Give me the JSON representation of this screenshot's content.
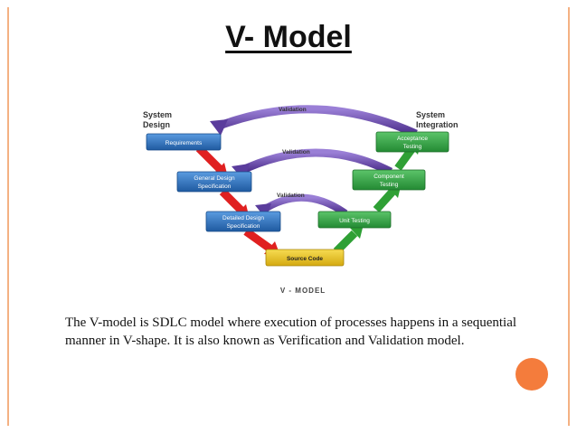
{
  "slide": {
    "title": "V- Model",
    "description": "The V-model is SDLC model where execution of processes happens in a sequential manner in V-shape. It is also known as Verification and Validation model."
  },
  "diagram": {
    "left_label": [
      "System",
      "Design"
    ],
    "right_label": [
      "System",
      "Integration"
    ],
    "validation_label": "Validation",
    "caption": "V - MODEL",
    "left_boxes": [
      {
        "lines": [
          "Requirements"
        ]
      },
      {
        "lines": [
          "General Design",
          "Specification"
        ]
      },
      {
        "lines": [
          "Detailed Design",
          "Specification"
        ]
      }
    ],
    "bottom_box": {
      "lines": [
        "Source Code"
      ]
    },
    "right_boxes": [
      {
        "lines": [
          "Unit Testing"
        ]
      },
      {
        "lines": [
          "Component",
          "Testing"
        ]
      },
      {
        "lines": [
          "Acceptance",
          "Testing"
        ]
      }
    ]
  },
  "colors": {
    "blue_box": "#2e6fb8",
    "green_box": "#3aa64a",
    "yellow_box": "#e9c21a",
    "red_arrow": "#e02020",
    "green_arrow": "#2fa035",
    "purple_arrow": "#6a4aa8",
    "accent": "#f47c3c"
  }
}
